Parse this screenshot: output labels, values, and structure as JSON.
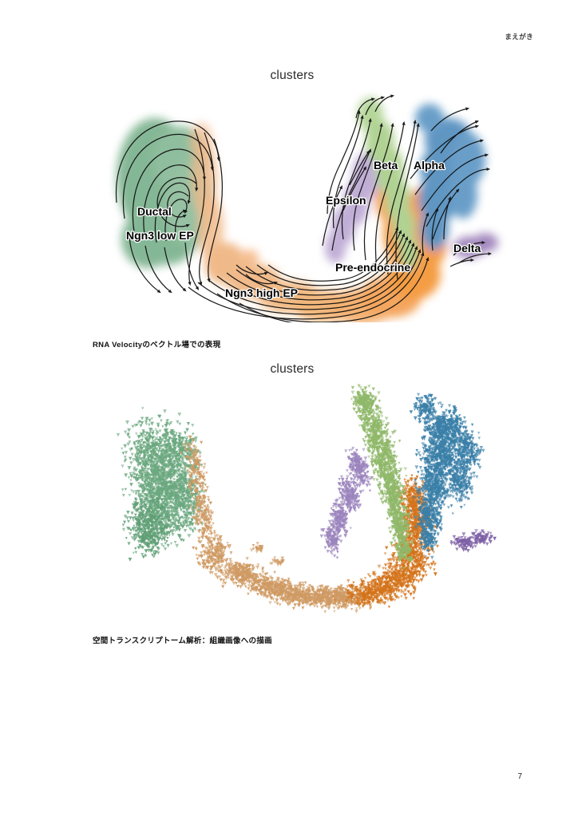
{
  "page": {
    "running_header": "まえがき",
    "page_number": "7"
  },
  "figures": [
    {
      "id": "rna-velocity-stream",
      "title": "clusters",
      "caption": "RNA Velocityのベクトル場での表現",
      "type": "velocity-stream-embedding"
    },
    {
      "id": "spatial-transcriptome-scatter",
      "title": "clusters",
      "caption": "空間トランスクリプトーム解析：組織画像への描画",
      "type": "umap-scatter"
    }
  ],
  "chart_data": [
    {
      "type": "scatter",
      "id": "rna-velocity-stream",
      "title": "clusters",
      "xlabel": "",
      "ylabel": "",
      "grid": false,
      "legend_position": "in-plot-annotations",
      "annotations": [
        {
          "label": "Ductal",
          "x": 0.155,
          "y": 0.545,
          "color": "#6ba87f"
        },
        {
          "label": "Ngn3 low EP",
          "x": 0.14,
          "y": 0.63,
          "color": "#5f9e74"
        },
        {
          "label": "Ngn3 high EP",
          "x": 0.39,
          "y": 0.87,
          "color": "#e8a871"
        },
        {
          "label": "Pre-endocrine",
          "x": 0.64,
          "y": 0.78,
          "color": "#f2881f"
        },
        {
          "label": "Epsilon",
          "x": 0.62,
          "y": 0.5,
          "color": "#b39ccd"
        },
        {
          "label": "Beta",
          "x": 0.725,
          "y": 0.345,
          "color": "#9fc97c"
        },
        {
          "label": "Alpha",
          "x": 0.84,
          "y": 0.345,
          "color": "#3d7fb5"
        },
        {
          "label": "Delta",
          "x": 0.91,
          "y": 0.66,
          "color": "#8f6fb0"
        }
      ],
      "clusters": [
        {
          "name": "Ductal",
          "color": "#6ba87f"
        },
        {
          "name": "Ngn3 low EP",
          "color": "#5f9e74"
        },
        {
          "name": "Ngn3 high EP",
          "color": "#e8a871"
        },
        {
          "name": "Pre-endocrine",
          "color": "#f2881f"
        },
        {
          "name": "Epsilon",
          "color": "#b39ccd"
        },
        {
          "name": "Beta",
          "color": "#9fc97c"
        },
        {
          "name": "Alpha",
          "color": "#3d7fb5"
        },
        {
          "name": "Delta",
          "color": "#8f6fb0"
        }
      ]
    },
    {
      "type": "scatter",
      "id": "spatial-transcriptome-scatter",
      "title": "clusters",
      "xlabel": "",
      "ylabel": "",
      "grid": false,
      "legend_position": "none",
      "clusters": [
        {
          "name": "Ductal",
          "color": "#6ba87f"
        },
        {
          "name": "Ngn3 low EP",
          "color": "#5f9e74"
        },
        {
          "name": "Ngn3 high EP",
          "color": "#cf9a63"
        },
        {
          "name": "Pre-endocrine",
          "color": "#d4731a"
        },
        {
          "name": "Epsilon",
          "color": "#9b84bd"
        },
        {
          "name": "Beta",
          "color": "#8fb869"
        },
        {
          "name": "Alpha",
          "color": "#3a7fa8"
        },
        {
          "name": "Delta",
          "color": "#7d5fa5"
        }
      ]
    }
  ]
}
